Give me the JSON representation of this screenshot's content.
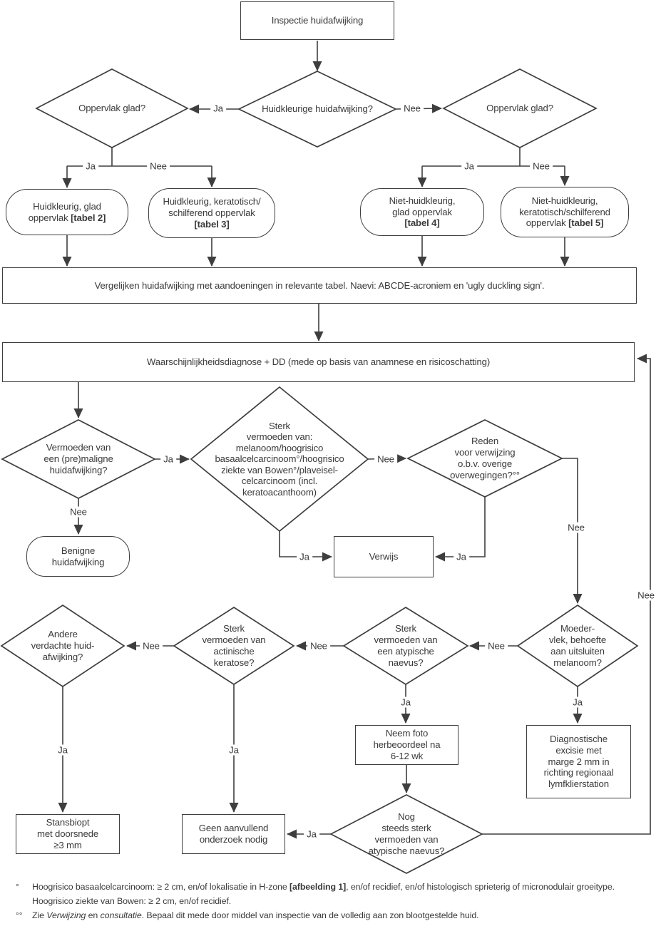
{
  "edge_labels": {
    "ja": "Ja",
    "nee": "Nee"
  },
  "colors": {
    "line": "#3e3e3e",
    "text": "#3a3a3a",
    "background": "#ffffff"
  },
  "nodes": {
    "start": {
      "text": "Inspectie huidafwijking"
    },
    "d_huidkleurig": {
      "text": "Huidkleurige huidafwijking?"
    },
    "d_glad_links": {
      "text": "Oppervlak glad?"
    },
    "d_glad_rechts": {
      "text": "Oppervlak glad?"
    },
    "r_tabel2": {
      "pre": "Huidkleurig, glad\noppervlak ",
      "bold": "[tabel 2]"
    },
    "r_tabel3": {
      "pre": "Huidkleurig, keratotisch/\nschilferend oppervlak\n",
      "bold": "[tabel 3]"
    },
    "r_tabel4": {
      "pre": "Niet-huidkleurig,\nglad oppervlak\n",
      "bold": "[tabel 4]"
    },
    "r_tabel5": {
      "pre": "Niet-huidkleurig,\nkeratotisch/schilferend\noppervlak ",
      "bold": "[tabel 5]"
    },
    "vergelijken": {
      "text": "Vergelijken huidafwijking met aandoeningen in relevante tabel. Naevi: ABCDE-acroniem en 'ugly duckling sign'."
    },
    "waarschijnlijkheid": {
      "text": "Waarschijnlijkheidsdiagnose + DD (mede op basis van anamnese en risicoschatting)"
    },
    "d_premaligne": {
      "text": "Vermoeden van\neen (pre)maligne\nhuidafwijking?"
    },
    "benigne": {
      "text": "Benigne\nhuidafwijking"
    },
    "d_sterk_vermoeden": {
      "text": "Sterk\nvermoeden van:\nmelanoom/hoogrisico\nbasaalcelcarcinoom°/hoogrisico\nziekte van Bowen°/plaveisel-\ncelcarcinoom (incl.\nkeratoacanthoom)"
    },
    "verwijs": {
      "text": "Verwijs"
    },
    "d_reden_verwijzing": {
      "text": "Reden\nvoor verwijzing\no.b.v. overige\noverwegingen?°°"
    },
    "d_moedervlek": {
      "text": "Moeder-\nvlek, behoefte\naan uitsluiten\nmelanoom?"
    },
    "d_atypische_naevus": {
      "text": "Sterk\nvermoeden van\neen atypische\nnaevus?"
    },
    "d_actinische_keratose": {
      "text": "Sterk\nvermoeden van\nactinische\nkeratose?"
    },
    "d_andere_verdacht": {
      "text": "Andere\nverdachte huid-\nafwijking?"
    },
    "neem_foto": {
      "text": "Neem foto\nherbeoordeel na\n6-12 wk"
    },
    "diagnostische_excisie": {
      "text": "Diagnostische\nexcisie met\nmarge 2 mm in\nrichting regionaal\nlymfklierstation"
    },
    "d_nog_steeds": {
      "text": "Nog\nsteeds sterk\nvermoeden van\natypische naevus?"
    },
    "stansbiopt": {
      "text": "Stansbiopt\nmet doorsnede\n≥3 mm"
    },
    "geen_onderzoek": {
      "text": "Geen aanvullend\nonderzoek nodig"
    }
  },
  "footnotes": {
    "0": {
      "marker": "°",
      "pre": "Hoogrisico basaalcelcarcinoom: ≥ 2 cm, en/of lokalisatie in H-zone ",
      "bold": "[afbeelding 1]",
      "post": ", en/of recidief, en/of histologisch sprieterig of micronodulair groeitype. Hoogrisico ziekte van Bowen: ≥ 2 cm, en/of recidief."
    },
    "1": {
      "marker": "°°",
      "pre": "Zie ",
      "italic1": "Verwijzing",
      "mid": " en ",
      "italic2": "consultatie",
      "post": ". Bepaal dit mede door middel van inspectie van de volledig aan zon blootgestelde huid."
    }
  }
}
